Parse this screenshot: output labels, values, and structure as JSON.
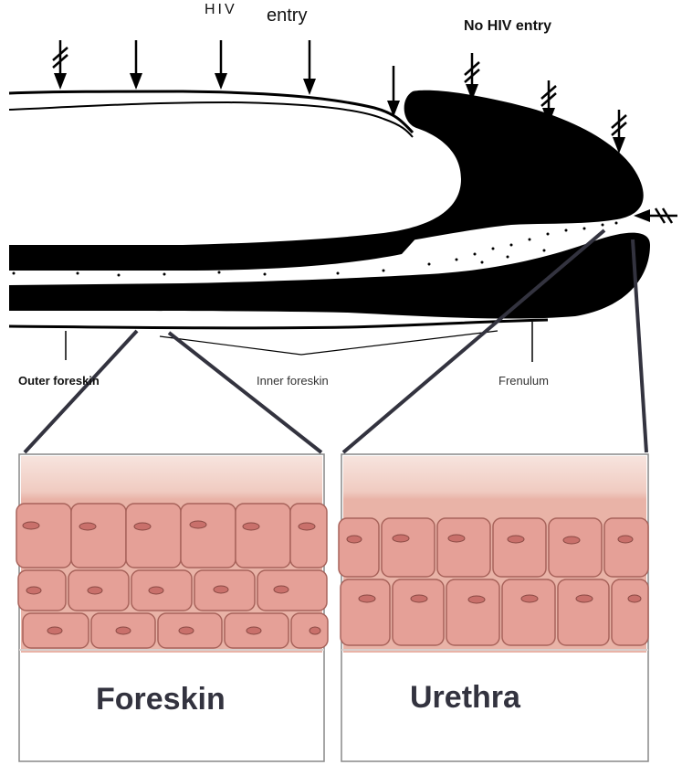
{
  "labels": {
    "hiv": "HIV",
    "entry": "entry",
    "no_hiv_entry": "No HIV entry",
    "outer_foreskin": "Outer foreskin",
    "inner_foreskin": "Inner foreskin",
    "frenulum": "Frenulum"
  },
  "panels": {
    "left_caption": "Foreskin",
    "right_caption": "Urethra"
  },
  "colors": {
    "tissue_black": "#000000",
    "connector": "#33333f",
    "cell_fill": "#e5a097",
    "cell_stroke": "#a8635b",
    "nucleus_fill": "#c9706b",
    "panel_top": "#f3d5cd"
  },
  "arrows": {
    "blocked_icon": "arrow-with-slash-icon",
    "open_icon": "arrow-down-icon"
  }
}
